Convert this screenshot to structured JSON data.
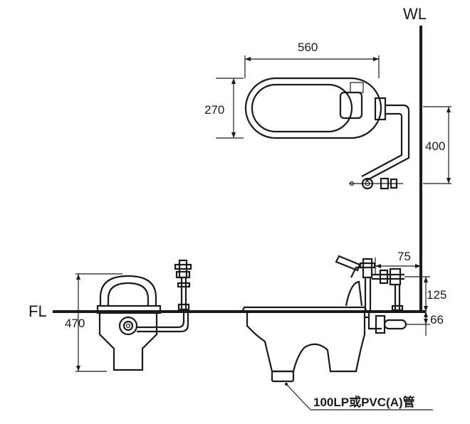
{
  "labels": {
    "wall_line": "WL",
    "floor_line": "FL"
  },
  "dimensions": {
    "top_width": "560",
    "top_depth": "270",
    "tank_height": "400",
    "valve_offset": "75",
    "inlet_height": "125",
    "outlet_height": "66",
    "side_height": "470"
  },
  "note": {
    "pipe": "100LP或PVC(A)管"
  }
}
